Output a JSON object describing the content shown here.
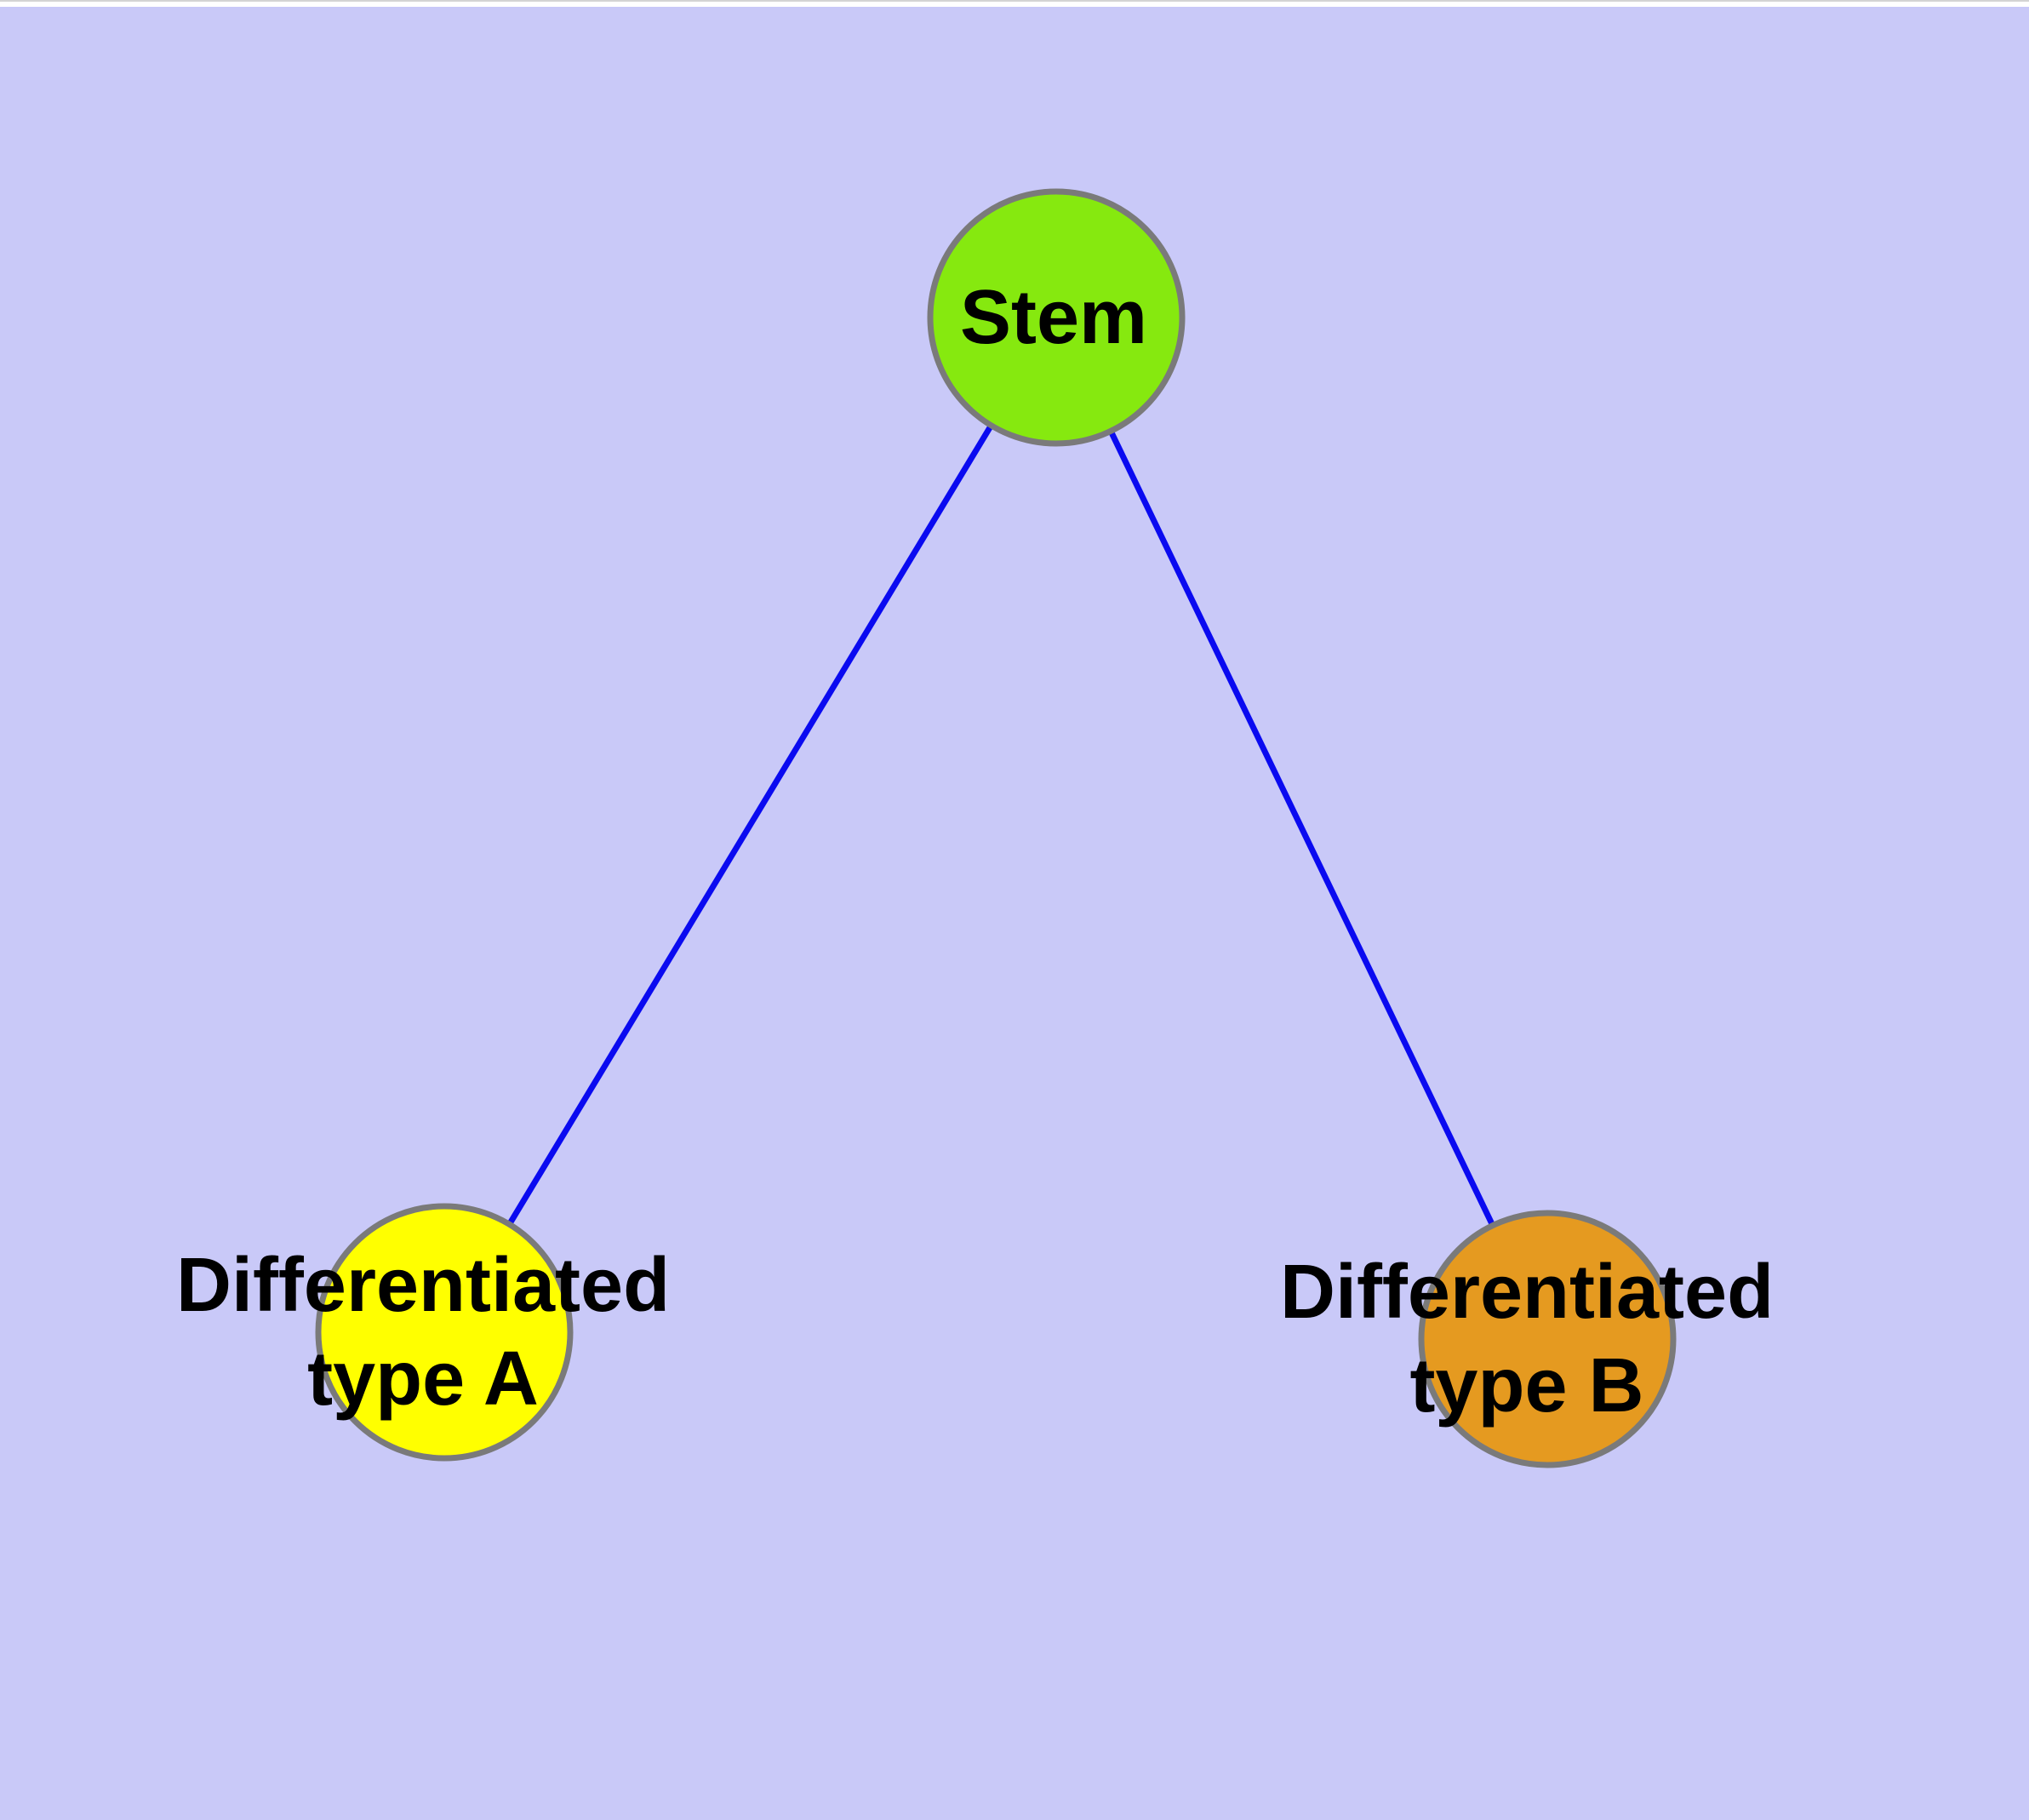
{
  "diagram": {
    "background_color": "#C9C9F8",
    "top_strip_color": "#FFFFFF",
    "edge_color": "#0A0AF0",
    "node_border_color": "#7A7A7A",
    "label_text_color": "#000000",
    "nodes": [
      {
        "id": "stem",
        "label": "Stem",
        "label_line1": "Stem",
        "fill": "#86E90F"
      },
      {
        "id": "differentiated-type-a",
        "label": "Differentiated type A",
        "label_line1": "Differentiated",
        "label_line2": "type A",
        "fill": "#FFFF00"
      },
      {
        "id": "differentiated-type-b",
        "label": "Differentiated type B",
        "label_line1": "Differentiated",
        "label_line2": "type B",
        "fill": "#E59A20"
      }
    ],
    "edges": [
      {
        "from": "stem",
        "to": "differentiated-type-a"
      },
      {
        "from": "stem",
        "to": "differentiated-type-b"
      }
    ]
  }
}
